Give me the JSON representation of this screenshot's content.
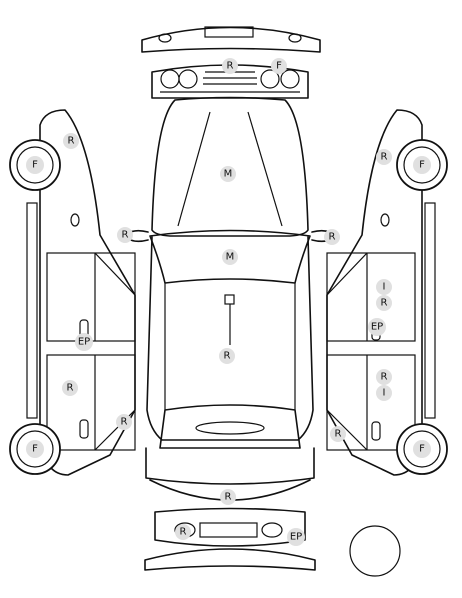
{
  "legend_markers": {
    "R": "R",
    "F": "F",
    "M": "M",
    "I": "I",
    "EP": "EP"
  },
  "damage_marks": [
    {
      "id": "front-bumper-r",
      "code": "R"
    },
    {
      "id": "front-grille-f",
      "code": "F"
    },
    {
      "id": "hood-m",
      "code": "M"
    },
    {
      "id": "windshield-m",
      "code": "M"
    },
    {
      "id": "roof-r",
      "code": "R"
    },
    {
      "id": "rear-bumper-r",
      "code": "R"
    },
    {
      "id": "mirror-left-r",
      "code": "R"
    },
    {
      "id": "mirror-right-r",
      "code": "R"
    },
    {
      "id": "left-front-fender-r",
      "code": "R"
    },
    {
      "id": "left-front-door-ep",
      "code": "EP"
    },
    {
      "id": "left-rear-door-r",
      "code": "R"
    },
    {
      "id": "left-rear-quarter-r",
      "code": "R"
    },
    {
      "id": "right-front-fender-r",
      "code": "R"
    },
    {
      "id": "right-front-door-i",
      "code": "I"
    },
    {
      "id": "right-front-door-r",
      "code": "R"
    },
    {
      "id": "right-front-door-ep",
      "code": "EP"
    },
    {
      "id": "right-rear-door-r",
      "code": "R"
    },
    {
      "id": "right-rear-door-i",
      "code": "I"
    },
    {
      "id": "right-rear-quarter-r",
      "code": "R"
    },
    {
      "id": "rear-plate-r",
      "code": "R"
    },
    {
      "id": "rear-light-ep",
      "code": "EP"
    }
  ],
  "wheels": [
    {
      "id": "left-front-wheel",
      "code": "F"
    },
    {
      "id": "left-rear-wheel",
      "code": "F"
    },
    {
      "id": "right-front-wheel",
      "code": "F"
    },
    {
      "id": "right-rear-wheel",
      "code": "F"
    }
  ]
}
